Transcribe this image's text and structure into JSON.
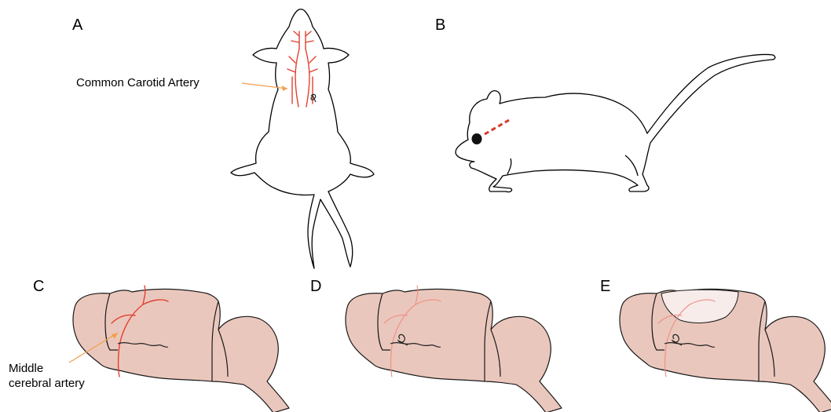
{
  "panels": {
    "a": {
      "letter": "A",
      "annotation": "Common Carotid Artery"
    },
    "b": {
      "letter": "B"
    },
    "c": {
      "letter": "C",
      "annotation_line1": "Middle",
      "annotation_line2": "cerebral artery"
    },
    "d": {
      "letter": "D"
    },
    "e": {
      "letter": "E"
    }
  },
  "colors": {
    "brain_fill": "#eac7bd",
    "vessel": "#e2412f",
    "pointer": "#f0a052",
    "outline": "#000000"
  }
}
